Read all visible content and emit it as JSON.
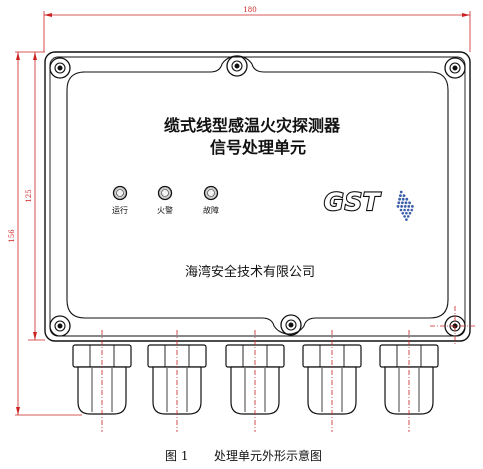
{
  "dimensions": {
    "width_label": "180",
    "height_outer_label": "156",
    "height_inner_label": "125"
  },
  "panel": {
    "title_line1": "缆式线型感温火灾探测器",
    "title_line2": "信号处理单元",
    "indicators": [
      {
        "label": "运行"
      },
      {
        "label": "火警"
      },
      {
        "label": "故障"
      }
    ],
    "logo": "GST",
    "company": "海湾安全技术有限公司"
  },
  "caption": {
    "figure_number": "图 1",
    "text": "处理单元外形示意图"
  },
  "colors": {
    "dimension": "#cc2222",
    "outline": "#111111",
    "led": "#cfcfcf",
    "logo_dots": "#3b5ea8"
  }
}
